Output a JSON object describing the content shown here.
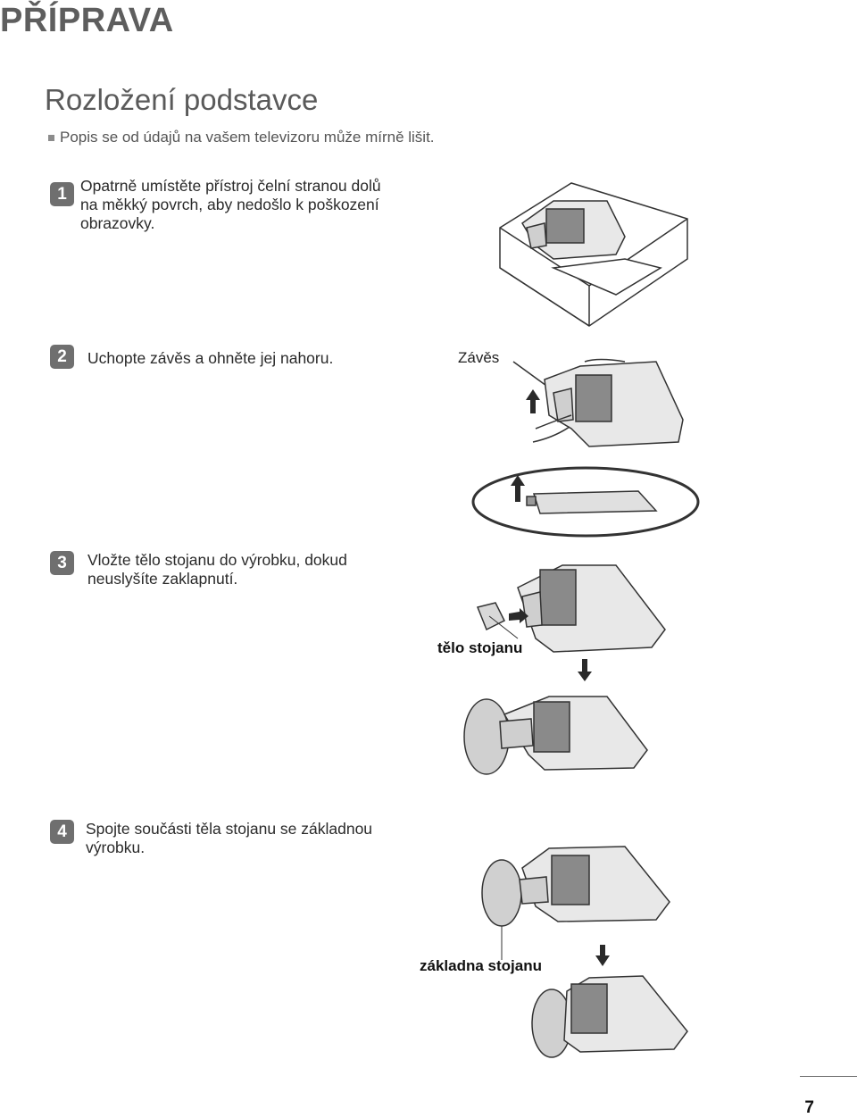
{
  "header": {
    "title": "PŘÍPRAVA"
  },
  "section": {
    "title": "Rozložení podstavce",
    "note": "Popis se od údajů na vašem televizoru může mírně lišit."
  },
  "steps": [
    {
      "number": "1",
      "lines": [
        "Opatrně umístěte přístroj čelní stranou dolů",
        "na měkký povrch, aby nedošlo k poškození",
        "obrazovky."
      ]
    },
    {
      "number": "2",
      "lines": [
        "Uchopte závěs a ohněte jej nahoru."
      ]
    },
    {
      "number": "3",
      "lines": [
        "Vložte tělo stojanu do výrobku, dokud",
        "neuslyšíte zaklapnutí."
      ]
    },
    {
      "number": "4",
      "lines": [
        "Spojte součásti těla stojanu se základnou",
        "výrobku."
      ]
    }
  ],
  "labels": {
    "hinge": "Závěs",
    "stand_body": "tělo stojanu",
    "stand_base": "základna stojanu"
  },
  "page": {
    "number": "7"
  }
}
